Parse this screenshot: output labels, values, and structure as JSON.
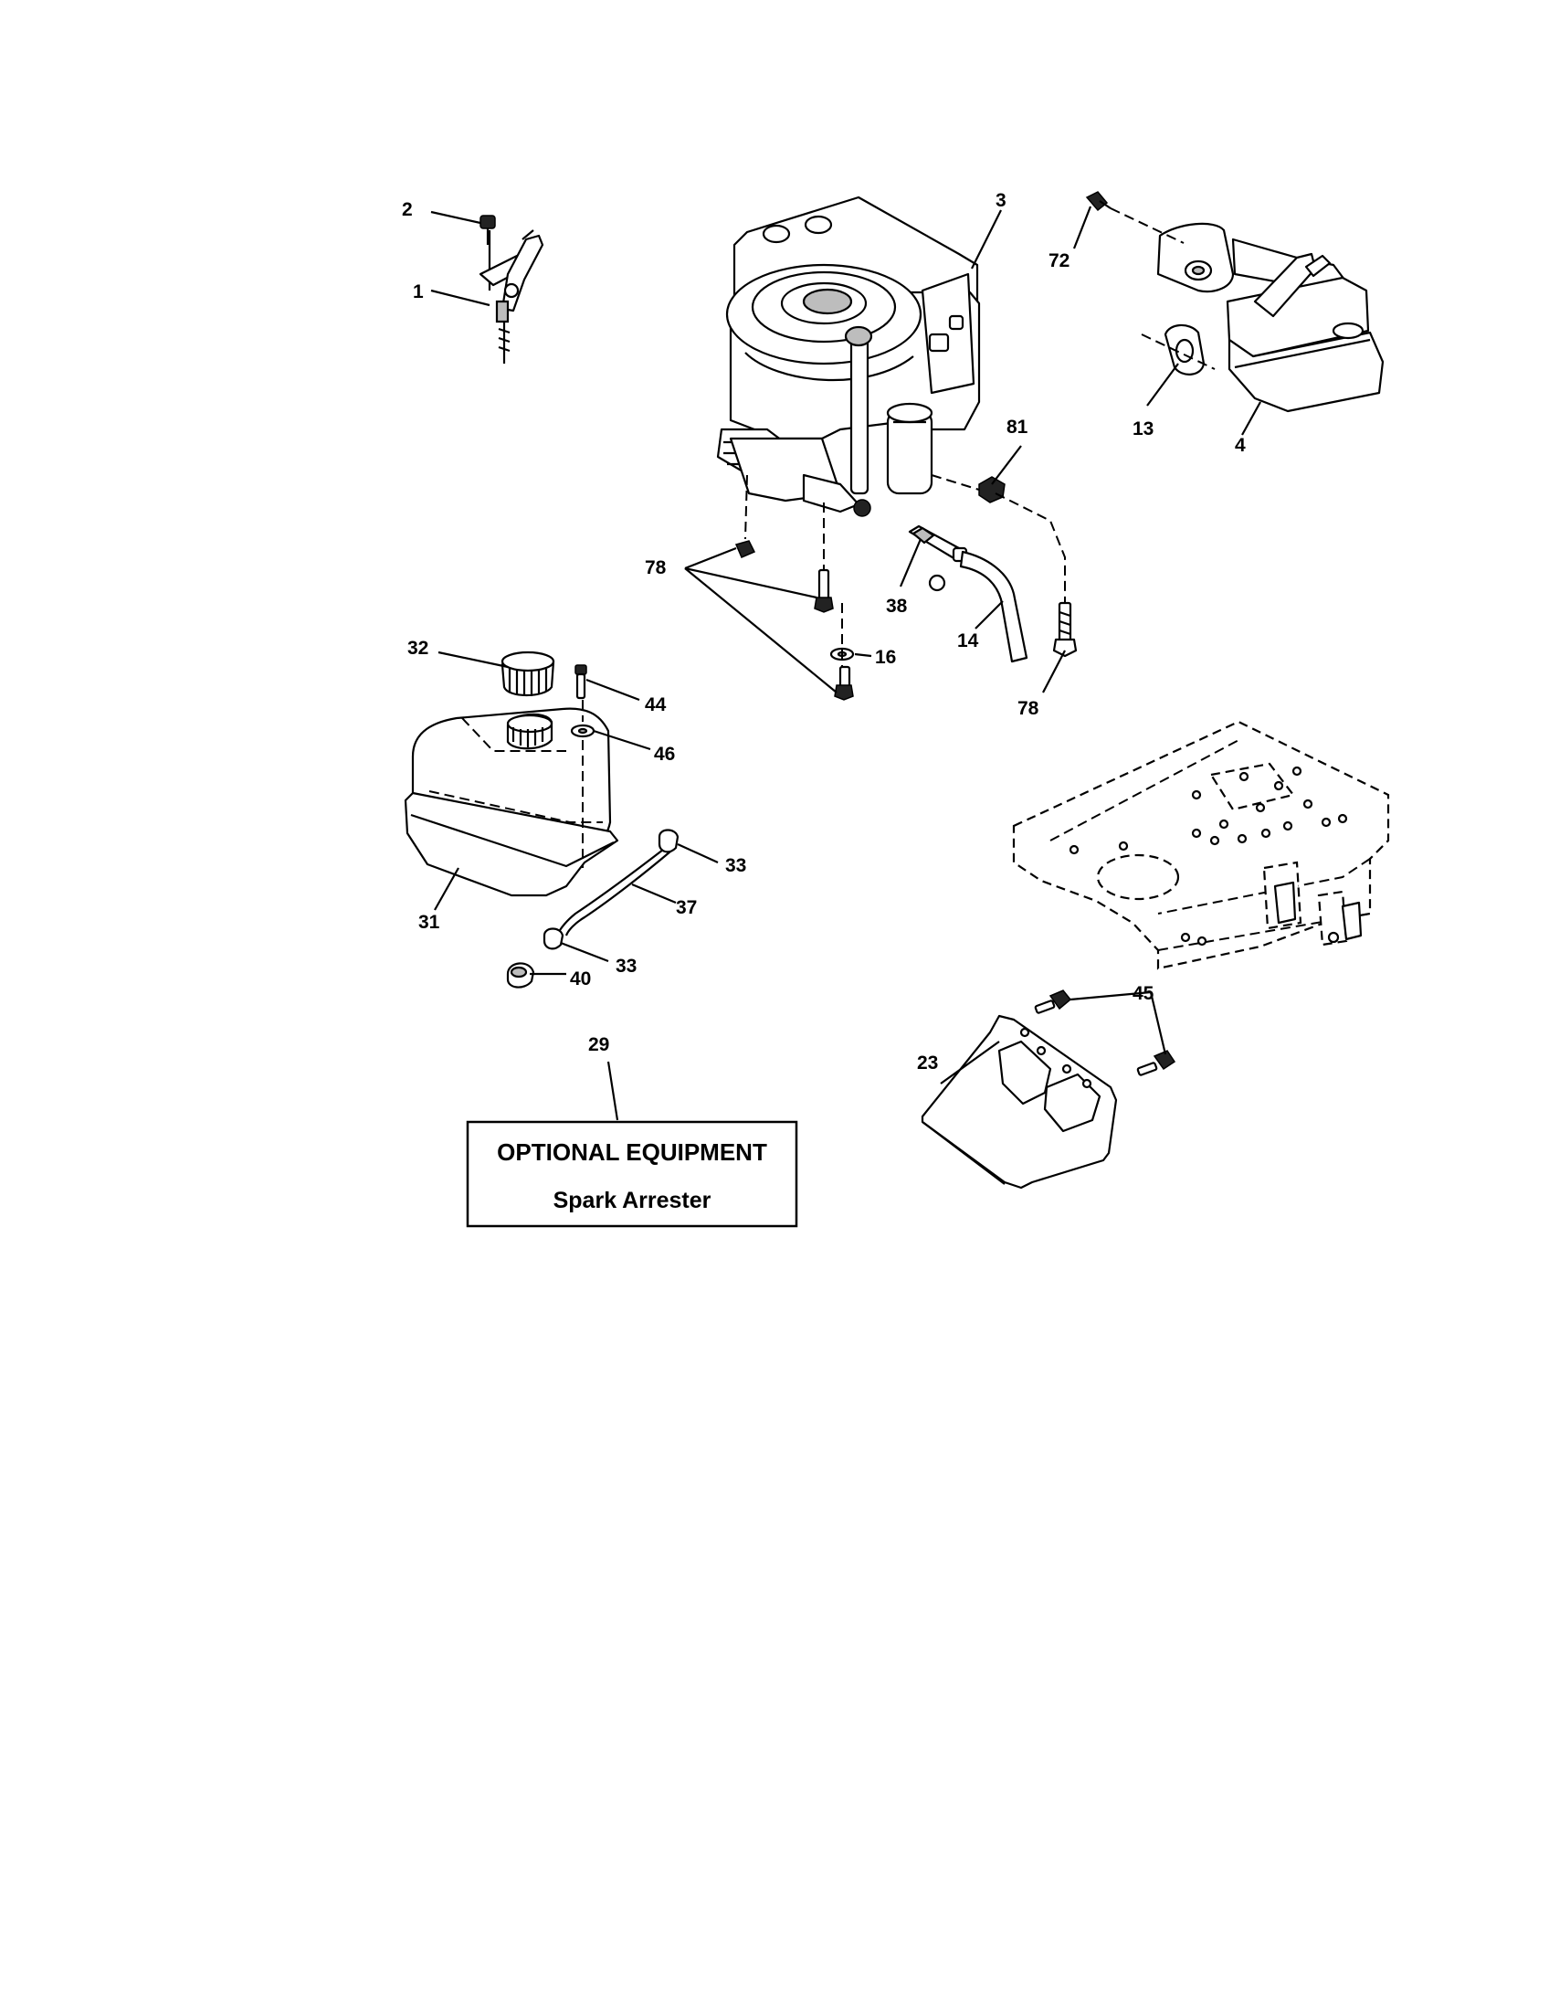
{
  "diagram": {
    "callouts": {
      "c1": "1",
      "c2": "2",
      "c3": "3",
      "c4": "4",
      "c13": "13",
      "c14": "14",
      "c16": "16",
      "c23": "23",
      "c29": "29",
      "c31": "31",
      "c32": "32",
      "c33a": "33",
      "c33b": "33",
      "c37": "37",
      "c38": "38",
      "c40": "40",
      "c44": "44",
      "c45": "45",
      "c46": "46",
      "c72": "72",
      "c78a": "78",
      "c78b": "78",
      "c81": "81"
    },
    "optional_box": {
      "title": "OPTIONAL EQUIPMENT",
      "subtitle": "Spark Arrester"
    }
  }
}
